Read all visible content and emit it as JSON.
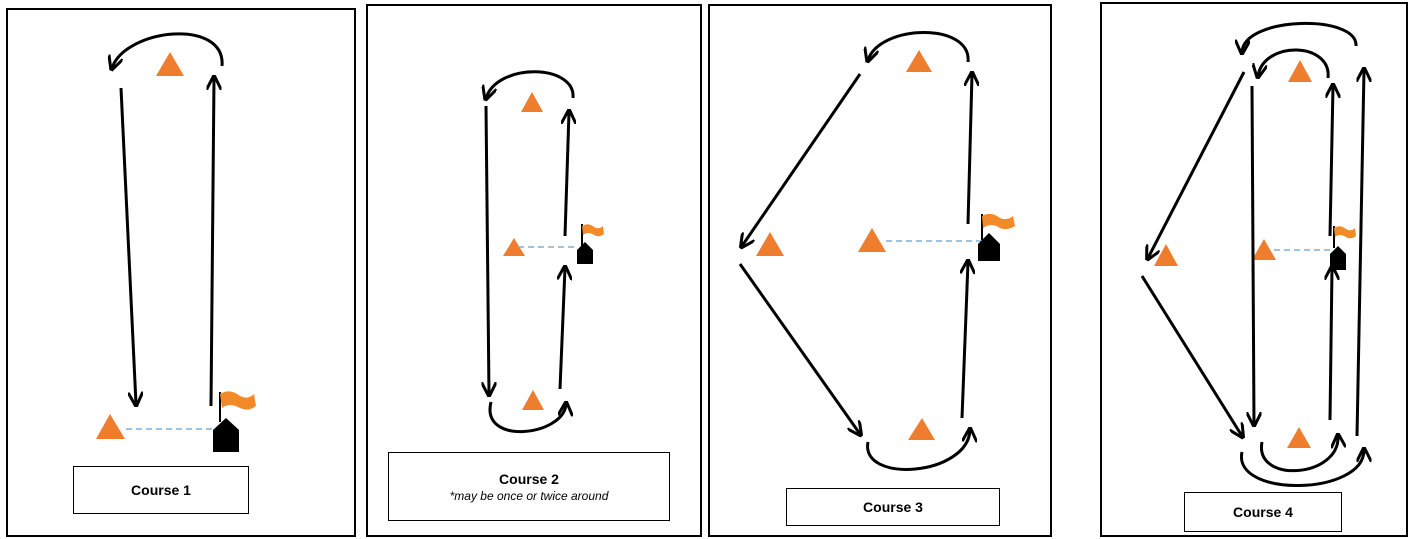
{
  "courses": [
    {
      "title": "Course 1",
      "note": ""
    },
    {
      "title": "Course 2",
      "note": "*may be once or twice around"
    },
    {
      "title": "Course 3",
      "note": ""
    },
    {
      "title": "Course 4",
      "note": ""
    }
  ],
  "colors": {
    "mark": "#ee7d2e",
    "flag": "#f28a2a",
    "start_line": "#7fb0d8",
    "line": "#000000"
  },
  "icons": [
    "mark-triangle-icon",
    "start-flag-icon",
    "committee-boat-icon",
    "course-arrow-icon"
  ]
}
